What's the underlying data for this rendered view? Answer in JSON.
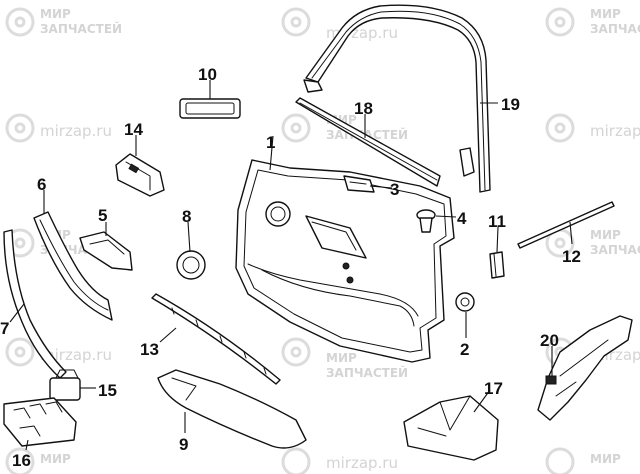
{
  "watermark": {
    "line1": "МИР",
    "line2": "ЗАПЧАСТЕЙ",
    "url": "mirzap.ru"
  },
  "callouts": [
    "1",
    "2",
    "3",
    "4",
    "5",
    "6",
    "7",
    "8",
    "9",
    "10",
    "11",
    "12",
    "13",
    "14",
    "15",
    "16",
    "17",
    "18",
    "19",
    "20"
  ]
}
